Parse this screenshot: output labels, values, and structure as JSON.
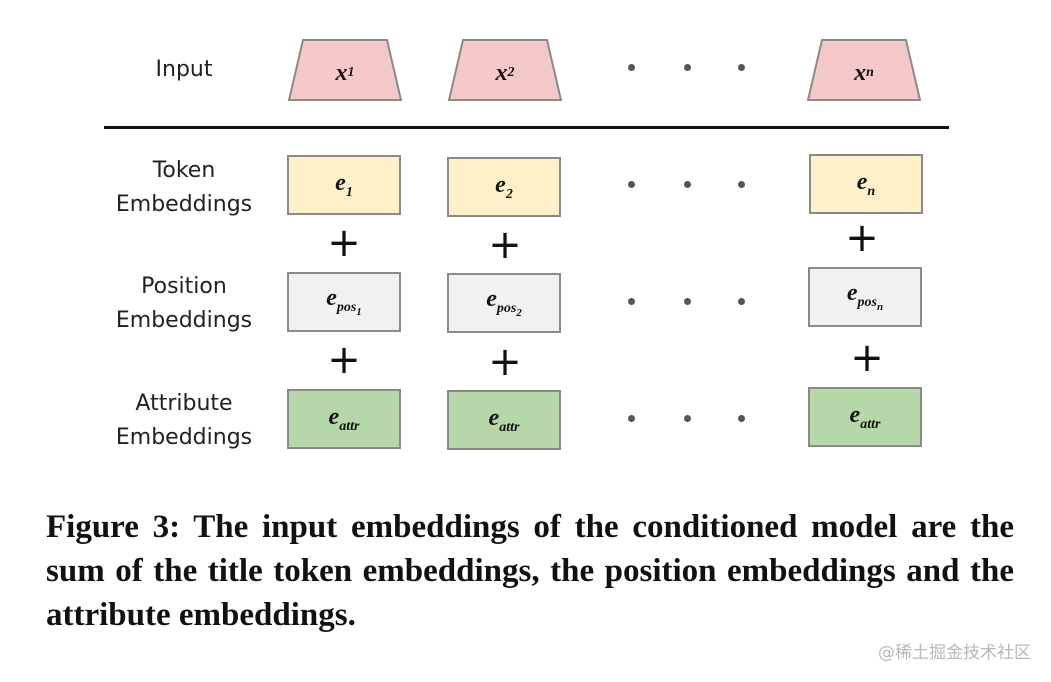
{
  "rows": {
    "input": "Input",
    "token": [
      "Token",
      "Embeddings"
    ],
    "position": [
      "Position",
      "Embeddings"
    ],
    "attribute": [
      "Attribute",
      "Embeddings"
    ]
  },
  "inputs": [
    {
      "base": "x",
      "sub": "1"
    },
    {
      "base": "x",
      "sub": "2"
    },
    {
      "base": "x",
      "sub": "n"
    }
  ],
  "token_embeddings": [
    {
      "base": "e",
      "sub": "1"
    },
    {
      "base": "e",
      "sub": "2"
    },
    {
      "base": "e",
      "sub": "n"
    }
  ],
  "position_embeddings": [
    {
      "base": "e",
      "sub": "pos",
      "subsub": "1"
    },
    {
      "base": "e",
      "sub": "pos",
      "subsub": "2"
    },
    {
      "base": "e",
      "sub": "pos",
      "subsub": "n"
    }
  ],
  "attribute_embeddings": [
    {
      "base": "e",
      "sub": "attr"
    },
    {
      "base": "e",
      "sub": "attr"
    },
    {
      "base": "e",
      "sub": "attr"
    }
  ],
  "operator": "+",
  "caption": "Figure 3: The input embeddings of the conditioned model are the sum of the title token embeddings, the position embeddings and the attribute embeddings.",
  "watermark": "@稀土掘金技术社区",
  "colors": {
    "input_fill": "#f4c7c9",
    "token_fill": "#fdf0c8",
    "position_fill": "#f1f1f1",
    "attribute_fill": "#b6d7a8",
    "border": "#8a8a8a"
  }
}
